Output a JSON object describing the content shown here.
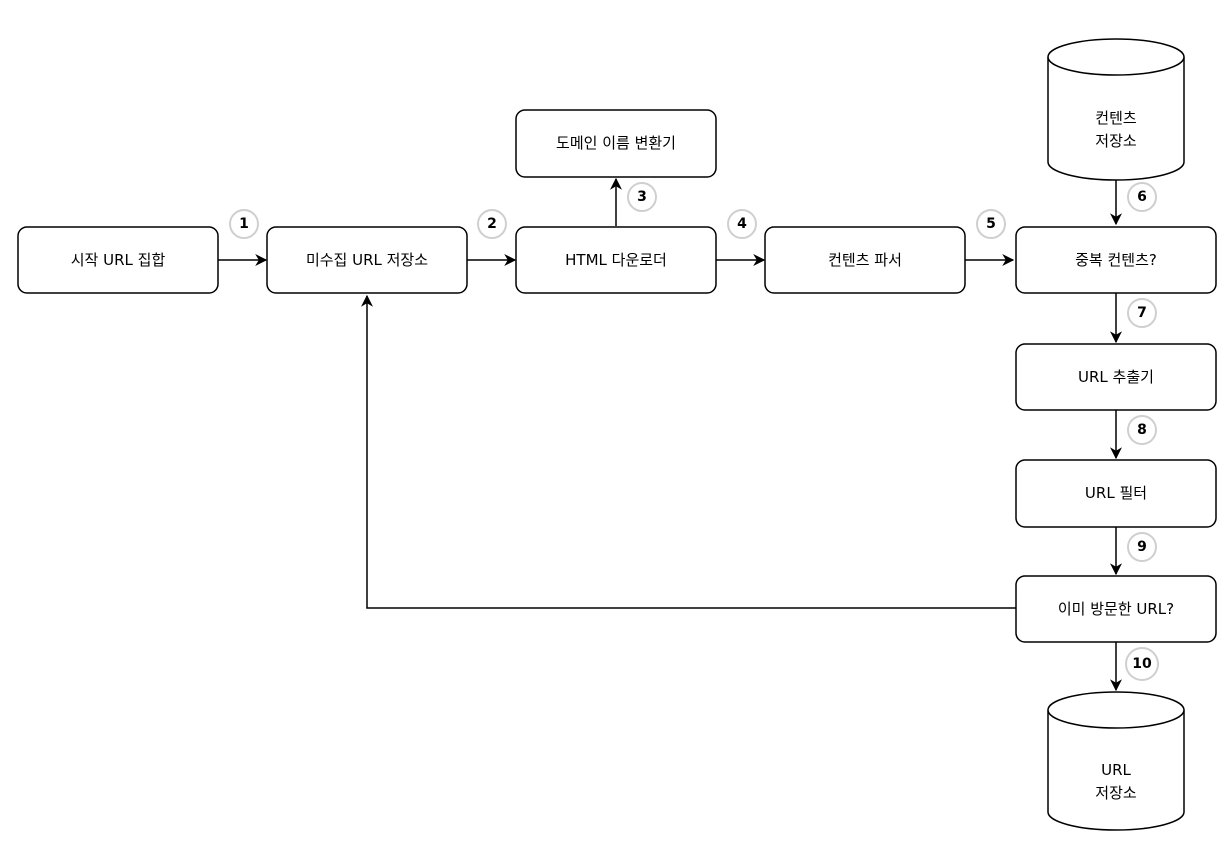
{
  "nodes": {
    "seed_urls": {
      "label": "시작 URL 집합"
    },
    "frontier": {
      "label": "미수집 URL 저장소"
    },
    "html_downloader": {
      "label": "HTML 다운로더"
    },
    "dns_resolver": {
      "label": "도메인 이름 변환기"
    },
    "content_parser": {
      "label": "컨텐츠 파서"
    },
    "content_seen": {
      "label": "중복 컨텐츠?"
    },
    "content_storage": {
      "lines": [
        "컨텐츠",
        "저장소"
      ]
    },
    "url_extractor": {
      "label": "URL 추출기"
    },
    "url_filter": {
      "label": "URL 필터"
    },
    "url_seen": {
      "label": "이미 방문한 URL?"
    },
    "url_storage": {
      "lines": [
        "URL",
        "저장소"
      ]
    }
  },
  "steps": [
    "1",
    "2",
    "3",
    "4",
    "5",
    "6",
    "7",
    "8",
    "9",
    "10"
  ],
  "colors": {
    "stroke": "#000000",
    "fill": "#ffffff",
    "step_ring": "#cfcfcf"
  }
}
